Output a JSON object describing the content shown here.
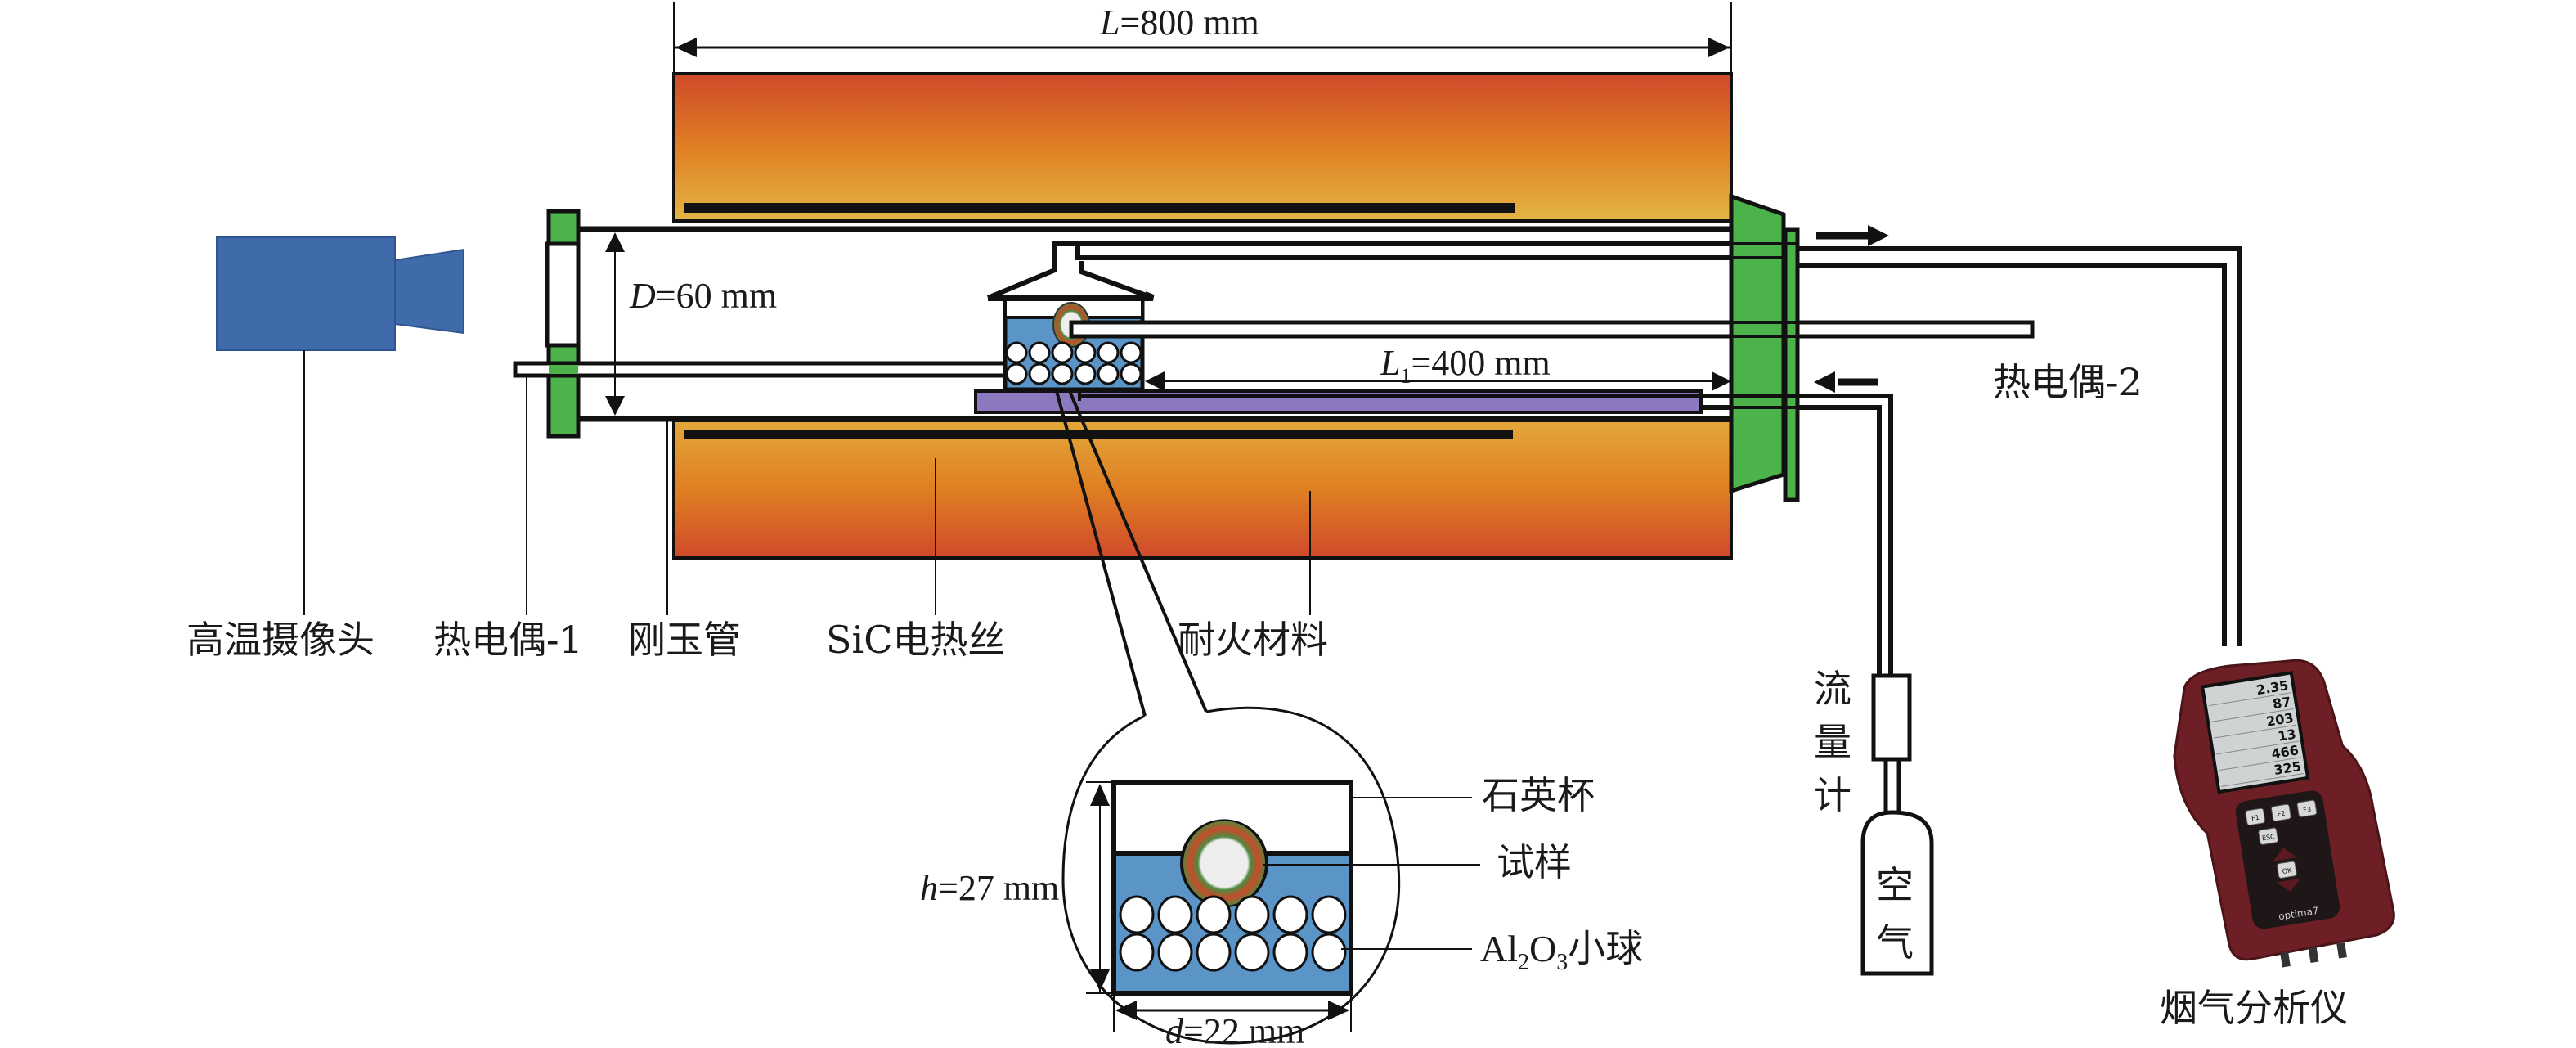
{
  "figure": {
    "type": "experimental-apparatus-schematic",
    "colors": {
      "camera": "#3f6bab",
      "flange": "#4cb34a",
      "furnace_hot": "#cf4a2b",
      "furnace_mid": "#df7f22",
      "furnace_warm": "#e3b446",
      "crucible_fill": "#5b95c8",
      "support_plate": "#8c78bf",
      "analyzer_body": "#6e1f26"
    }
  },
  "dimensions": {
    "furnace_length": {
      "symbol": "L",
      "text": "=800 mm"
    },
    "tube_diameter": {
      "symbol": "D",
      "text": "=60 mm"
    },
    "sample_position": {
      "symbol": "L",
      "subscript": "1",
      "text": "=400 mm"
    },
    "cup_height": {
      "symbol": "h",
      "text": "=27 mm"
    },
    "cup_diameter": {
      "symbol": "d",
      "text": "=22 mm"
    }
  },
  "labels": {
    "camera": "高温摄像头",
    "thermocouple_1": "热电偶-1",
    "corundum_tube": "刚玉管",
    "sic_heater": "SiC电热丝",
    "refractory": "耐火材料",
    "thermocouple_2": "热电偶-2",
    "flowmeter": [
      "流",
      "量",
      "计"
    ],
    "air_bottle": [
      "空",
      "气"
    ],
    "flue_gas_analyzer": "烟气分析仪"
  },
  "inset": {
    "quartz_cup": "石英杯",
    "sample": "试样",
    "alumina_balls_prefix": "Al",
    "alumina_balls_sub1": "2",
    "alumina_balls_mid": "O",
    "alumina_balls_sub2": "3",
    "alumina_balls_suffix": "小球"
  },
  "analyzer": {
    "readings": [
      "2.35",
      "87",
      "203",
      "13",
      "466",
      "325"
    ],
    "keys": [
      "F1",
      "F2",
      "F3",
      "ESC",
      "OK"
    ],
    "brand": "optima7"
  }
}
